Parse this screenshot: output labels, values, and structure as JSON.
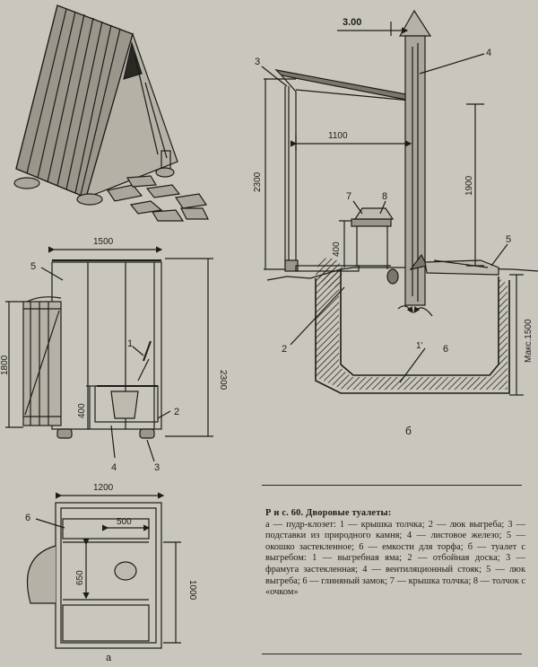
{
  "dims": {
    "top_offset": "3.00",
    "width_1100": "1100",
    "height_2300_right": "2300",
    "height_1900": "1900",
    "height_400_right": "400",
    "pit_depth": "Макс.1500",
    "width_1500": "1500",
    "height_1800": "1800",
    "height_2300_front": "2300",
    "height_400_front": "400",
    "width_1200": "1200",
    "width_500": "500",
    "depth_650": "650",
    "width_1000": "1000"
  },
  "callouts": {
    "c3": "3",
    "c4": "4",
    "c7": "7",
    "c8": "8",
    "c5r": "5",
    "c2r": "2",
    "c6r": "6",
    "c1r": "1'",
    "c5f": "5",
    "c1f": "1",
    "c2f": "2",
    "c4f": "4",
    "c3f": "3",
    "c6p": "6"
  },
  "sublabels": {
    "b": "б",
    "a": "а"
  },
  "caption": {
    "title": "Р и с. 60. Дворовые туалеты:",
    "body": "а — пудр-клозет: 1 — крышка толчка; 2 — люк выгреба; 3 — подставки из природного камня; 4 — листовое железо; 5 — окошко застекленное; 6 — емкости для торфа; б — туалет с выгребом: 1 — выгребная яма; 2 — отбойная доска; 3 — фрамуга застекленная; 4 — вентиляционный стояк; 5 — люк выгреба; 6 — глиняный замок; 7 — крышка толчка; 8 — толчок с «очком»"
  }
}
